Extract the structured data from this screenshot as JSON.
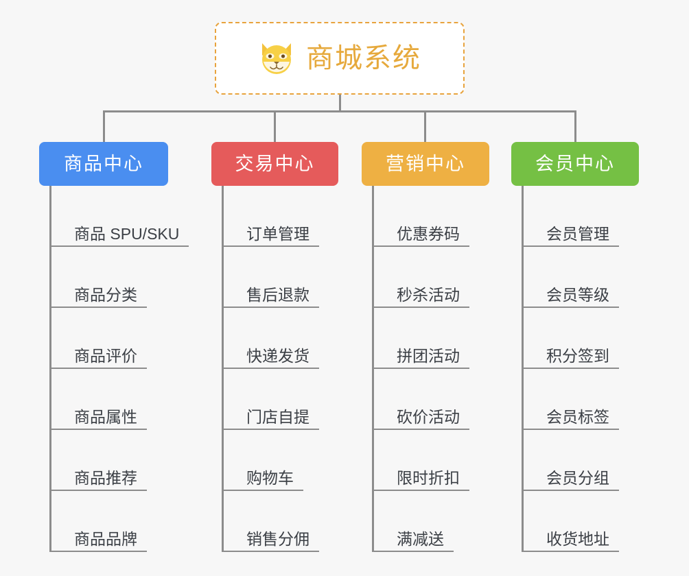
{
  "page": {
    "background_color": "#f7f7f7",
    "connector_color": "#8c8c8c"
  },
  "root": {
    "title": "商城系统",
    "icon": "shiba-dog-face-icon",
    "text_color": "#e6a93c",
    "border_color": "#e8a33d",
    "background_color": "#ffffff"
  },
  "branches": [
    {
      "label": "商品中心",
      "color": "#4a8ef0",
      "items": [
        "商品 SPU/SKU",
        "商品分类",
        "商品评价",
        "商品属性",
        "商品推荐",
        "商品品牌"
      ]
    },
    {
      "label": "交易中心",
      "color": "#e55b5b",
      "items": [
        "订单管理",
        "售后退款",
        "快递发货",
        "门店自提",
        "购物车",
        "销售分佣"
      ]
    },
    {
      "label": "营销中心",
      "color": "#eeb043",
      "items": [
        "优惠券码",
        "秒杀活动",
        "拼团活动",
        "砍价活动",
        "限时折扣",
        "满减送"
      ]
    },
    {
      "label": "会员中心",
      "color": "#75c044",
      "items": [
        "会员管理",
        "会员等级",
        "积分签到",
        "会员标签",
        "会员分组",
        "收货地址"
      ]
    }
  ]
}
